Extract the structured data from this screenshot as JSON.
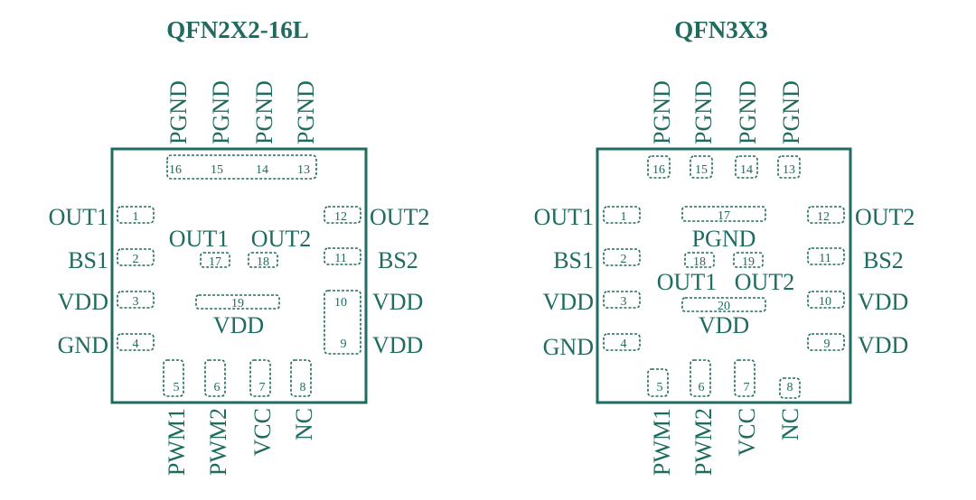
{
  "colors": {
    "ink": "#1f6b60",
    "background": "#ffffff"
  },
  "packages": [
    {
      "title": "QFN2X2-16L",
      "pins": [
        {
          "num": "1",
          "name": "OUT1"
        },
        {
          "num": "2",
          "name": "BS1"
        },
        {
          "num": "3",
          "name": "VDD"
        },
        {
          "num": "4",
          "name": "GND"
        },
        {
          "num": "5",
          "name": "PWM1"
        },
        {
          "num": "6",
          "name": "PWM2"
        },
        {
          "num": "7",
          "name": "VCC"
        },
        {
          "num": "8",
          "name": "NC"
        },
        {
          "num": "9",
          "name": "VDD"
        },
        {
          "num": "10",
          "name": "VDD"
        },
        {
          "num": "11",
          "name": "BS2"
        },
        {
          "num": "12",
          "name": "OUT2"
        },
        {
          "num": "13",
          "name": "PGND"
        },
        {
          "num": "14",
          "name": "PGND"
        },
        {
          "num": "15",
          "name": "PGND"
        },
        {
          "num": "16",
          "name": "PGND"
        }
      ],
      "pads": [
        {
          "num": "17",
          "name": "OUT1"
        },
        {
          "num": "18",
          "name": "OUT2"
        },
        {
          "num": "19",
          "name": "VDD"
        }
      ]
    },
    {
      "title": "QFN3X3",
      "pins": [
        {
          "num": "1",
          "name": "OUT1"
        },
        {
          "num": "2",
          "name": "BS1"
        },
        {
          "num": "3",
          "name": "VDD"
        },
        {
          "num": "4",
          "name": "GND"
        },
        {
          "num": "5",
          "name": "PWM1"
        },
        {
          "num": "6",
          "name": "PWM2"
        },
        {
          "num": "7",
          "name": "VCC"
        },
        {
          "num": "8",
          "name": "NC"
        },
        {
          "num": "9",
          "name": "VDD"
        },
        {
          "num": "10",
          "name": "VDD"
        },
        {
          "num": "11",
          "name": "BS2"
        },
        {
          "num": "12",
          "name": "OUT2"
        },
        {
          "num": "13",
          "name": "PGND"
        },
        {
          "num": "14",
          "name": "PGND"
        },
        {
          "num": "15",
          "name": "PGND"
        },
        {
          "num": "16",
          "name": "PGND"
        }
      ],
      "pads": [
        {
          "num": "17",
          "name": "PGND"
        },
        {
          "num": "18",
          "name": "OUT1"
        },
        {
          "num": "19",
          "name": "OUT2"
        },
        {
          "num": "20",
          "name": "VDD"
        }
      ]
    }
  ]
}
